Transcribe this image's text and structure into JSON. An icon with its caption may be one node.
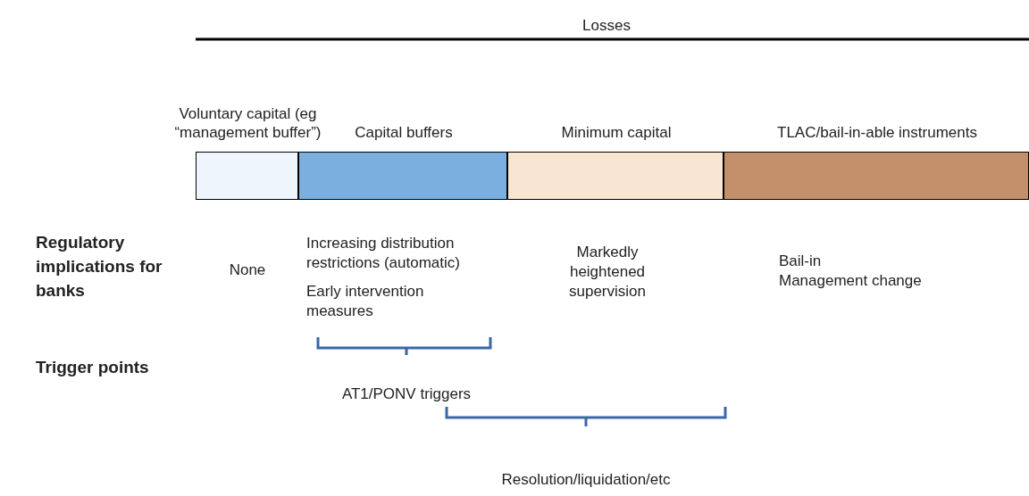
{
  "diagram": {
    "nodes": [
      {
        "text": [
          "Voluntary capital (eg “management buffer”)"
        ]
      },
      {
        "text": [
          "Capital buffers"
        ]
      },
      {
        "text": [
          "Minimum capital"
        ]
      },
      {
        "text": [
          "TLAC/bail-in-able instruments"
        ]
      }
    ],
    "labels": [
      "Losses",
      "Regulatory implications for banks",
      "None",
      "Increasing distribution restrictions (automatic)",
      "Early intervention measures",
      "Markedly heightened supervision",
      "Bail-in",
      "Management change",
      "Trigger points",
      "AT1/PONV triggers",
      "Resolution/liquidation/etc"
    ]
  }
}
